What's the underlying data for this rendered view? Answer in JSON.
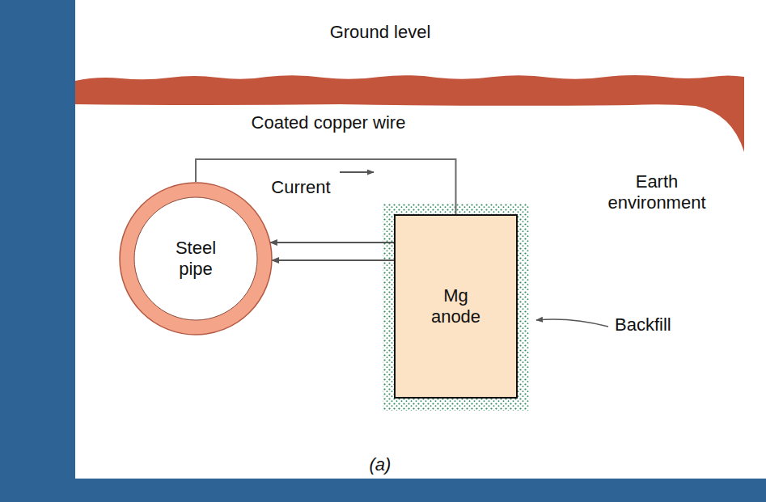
{
  "diagram": {
    "nodes": [
      {
        "text": [
          "Steel pipe"
        ]
      },
      {
        "text": [
          "Mg anode"
        ]
      }
    ],
    "edges": [
      {
        "from": 0,
        "to": 1,
        "arrow": "none"
      },
      {
        "from": 1,
        "to": 0,
        "arrow": "to"
      },
      {
        "from": 1,
        "to": 0,
        "arrow": "to"
      }
    ],
    "labels": [
      "Ground level",
      "Coated copper wire",
      "Current",
      "Earth environment",
      "Backfill",
      "(a)"
    ]
  }
}
